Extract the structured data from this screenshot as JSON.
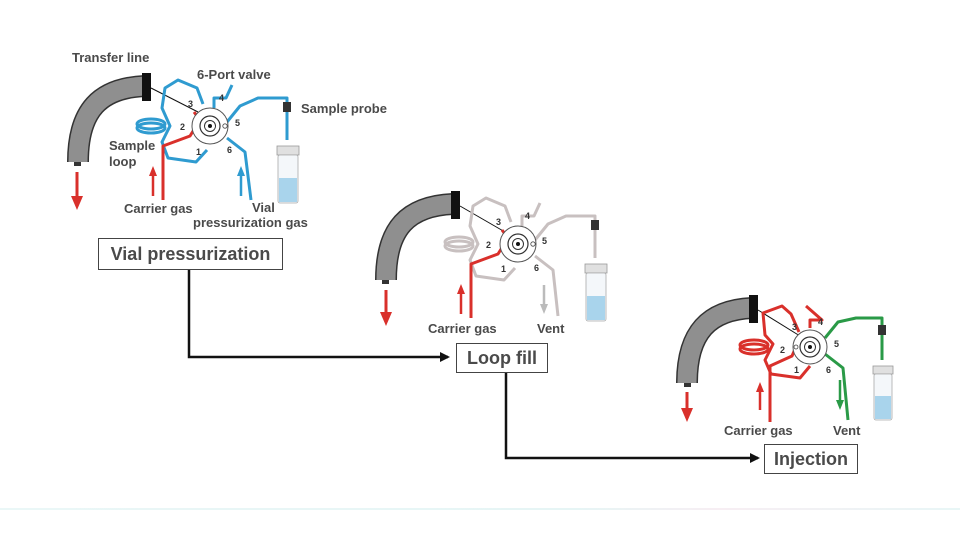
{
  "diagram": {
    "title": "Headspace sampling with 6-port valve",
    "colors": {
      "carrier": "#d9302b",
      "vial_pressurization": "#2f9bd0",
      "vent": "#2a9a47",
      "idle_line": "#c8c0c0",
      "transfer_line": "#8a8a8a",
      "connector": "#111111",
      "label_text": "#4a4a4a"
    },
    "stages": [
      {
        "id": "vial-pressurization",
        "title": "Vial pressurization",
        "labels": {
          "transfer_line": "Transfer line",
          "valve": "6-Port valve",
          "sample_probe": "Sample probe",
          "sample_loop_1": "Sample",
          "sample_loop_2": "loop",
          "inlet_left": "Carrier gas",
          "inlet_right_1": "Vial",
          "inlet_right_2": "pressurization gas"
        },
        "ports": [
          "1",
          "2",
          "3",
          "4",
          "5",
          "6"
        ]
      },
      {
        "id": "loop-fill",
        "title": "Loop fill",
        "labels": {
          "inlet_left": "Carrier gas",
          "outlet_right": "Vent"
        },
        "ports": [
          "1",
          "2",
          "3",
          "4",
          "5",
          "6"
        ]
      },
      {
        "id": "injection",
        "title": "Injection",
        "labels": {
          "inlet_left": "Carrier gas",
          "outlet_right": "Vent"
        },
        "ports": [
          "1",
          "2",
          "3",
          "4",
          "5",
          "6"
        ]
      }
    ],
    "flow": [
      "Vial pressurization",
      "Loop fill",
      "Injection"
    ]
  }
}
